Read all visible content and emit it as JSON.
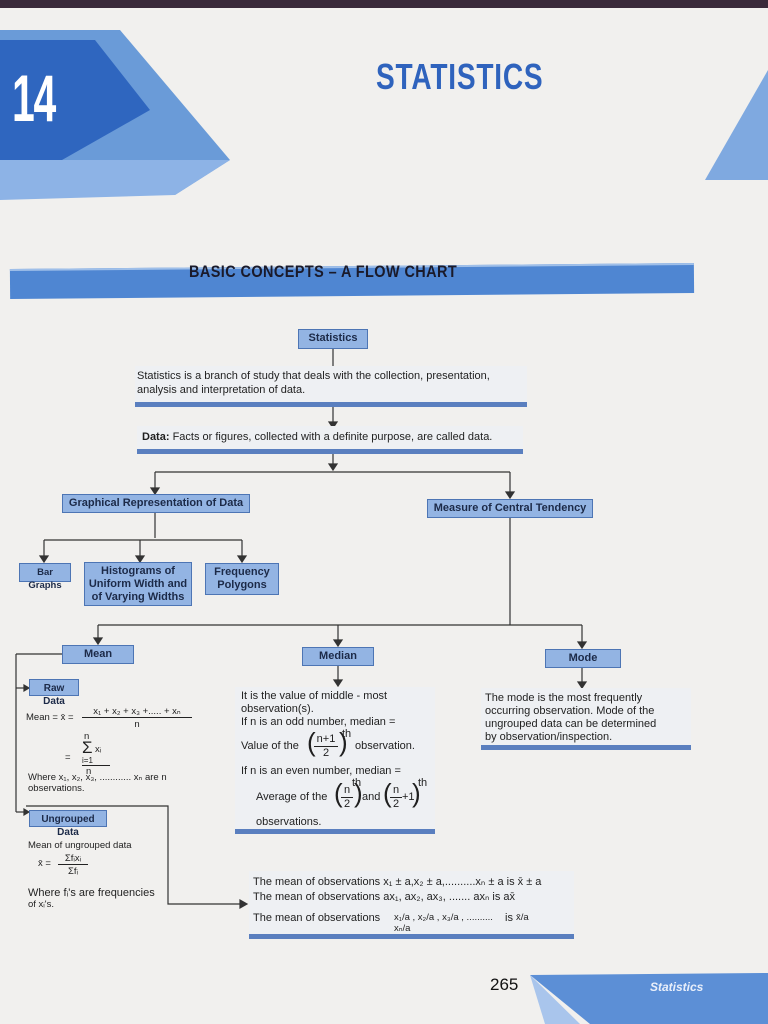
{
  "chapter": {
    "number": "14",
    "title": "STATISTICS"
  },
  "banner": {
    "title": "BASIC CONCEPTS – A FLOW CHART"
  },
  "flowchart": {
    "root": "Statistics",
    "definition": {
      "line1": "Statistics is a branch of study that deals with the collection, presentation,",
      "line2": "analysis and interpretation of data."
    },
    "data": {
      "label": "Data:",
      "text": "Facts or figures, collected with a definite purpose, are called data."
    },
    "graphical": {
      "title": "Graphical Representation of Data",
      "children": [
        {
          "lines": [
            "Bar Graphs"
          ]
        },
        {
          "lines": [
            "Histograms of",
            "Uniform Width and",
            "of Varying Widths"
          ]
        },
        {
          "lines": [
            "Frequency",
            "Polygons"
          ]
        }
      ]
    },
    "central_tendency": {
      "title": "Measure of Central Tendency"
    },
    "mean": {
      "title": "Mean",
      "raw": {
        "title": "Raw Data",
        "formula_lhs": "Mean = x̄ =",
        "numerator": "x₁ + x₂ + x₃ +..... + xₙ",
        "denominator": "n",
        "sum_top": "n",
        "sum_symbol": "Σ",
        "sum_var": "xᵢ",
        "sum_bottom": "i=1",
        "sum_den": "n",
        "equals": "=",
        "where_line1": "Where x₁, x₂, x₃, ............ xₙ are n",
        "where_line2": "observations."
      },
      "grouped": {
        "title": "Ungrouped Data",
        "line1": "Mean of ungrouped data",
        "lhs": "x̄ =",
        "numerator": "Σfᵢxᵢ",
        "denominator": "Σfᵢ",
        "where_line1": "Where fᵢ's are frequencies",
        "where_line2": "of xᵢ's."
      }
    },
    "median": {
      "title": "Median",
      "line1": "It is the value of middle - most",
      "line2": "observation(s).",
      "line3": "If n is an odd number, median =",
      "value_of_the": "Value of the",
      "frac_num": "n+1",
      "frac_den": "2",
      "th": "th",
      "observation": "observation.",
      "line5": "If n is an even number, median =",
      "average_of_the": "Average of the",
      "and": "and",
      "frac2_num": "n",
      "frac2_den": "2",
      "plus1": "+1",
      "observations": "observations."
    },
    "mode": {
      "title": "Mode",
      "line1": "The mode is the most frequently",
      "line2": "occurring observation. Mode of the",
      "line3": "ungrouped data can be determined",
      "line4": "by observation/inspection."
    },
    "properties": {
      "line1": "The mean of observations x₁ ± a,x₂ ± a,..........xₙ ± a is x̄ ± a",
      "line2": "The mean of observations ax₁, ax₂, ax₃, ....... axₙ is ax̄",
      "line3_prefix": "The mean of observations",
      "line3_terms": "x₁/a , x₂/a , x₃/a , .......... xₙ/a",
      "line3_is": "is",
      "line3_result": "x̄/a"
    }
  },
  "footer": {
    "page_number": "265",
    "label": "Statistics"
  },
  "colors": {
    "accent": "#4f86d2",
    "node": "#93b4e3",
    "title": "#2f63bd"
  }
}
